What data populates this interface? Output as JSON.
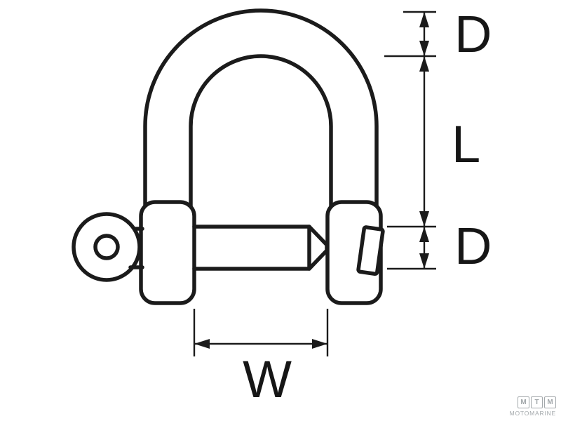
{
  "diagram": {
    "stroke_color": "#1b1b1b",
    "background_color": "#ffffff",
    "labels": {
      "dim_top": "D",
      "dim_length": "L",
      "dim_pin": "D",
      "dim_width": "W"
    }
  },
  "watermark": {
    "letters": [
      "M",
      "T",
      "M"
    ],
    "subtitle": "MOTOMARINE",
    "color": "#a3a8ab"
  }
}
